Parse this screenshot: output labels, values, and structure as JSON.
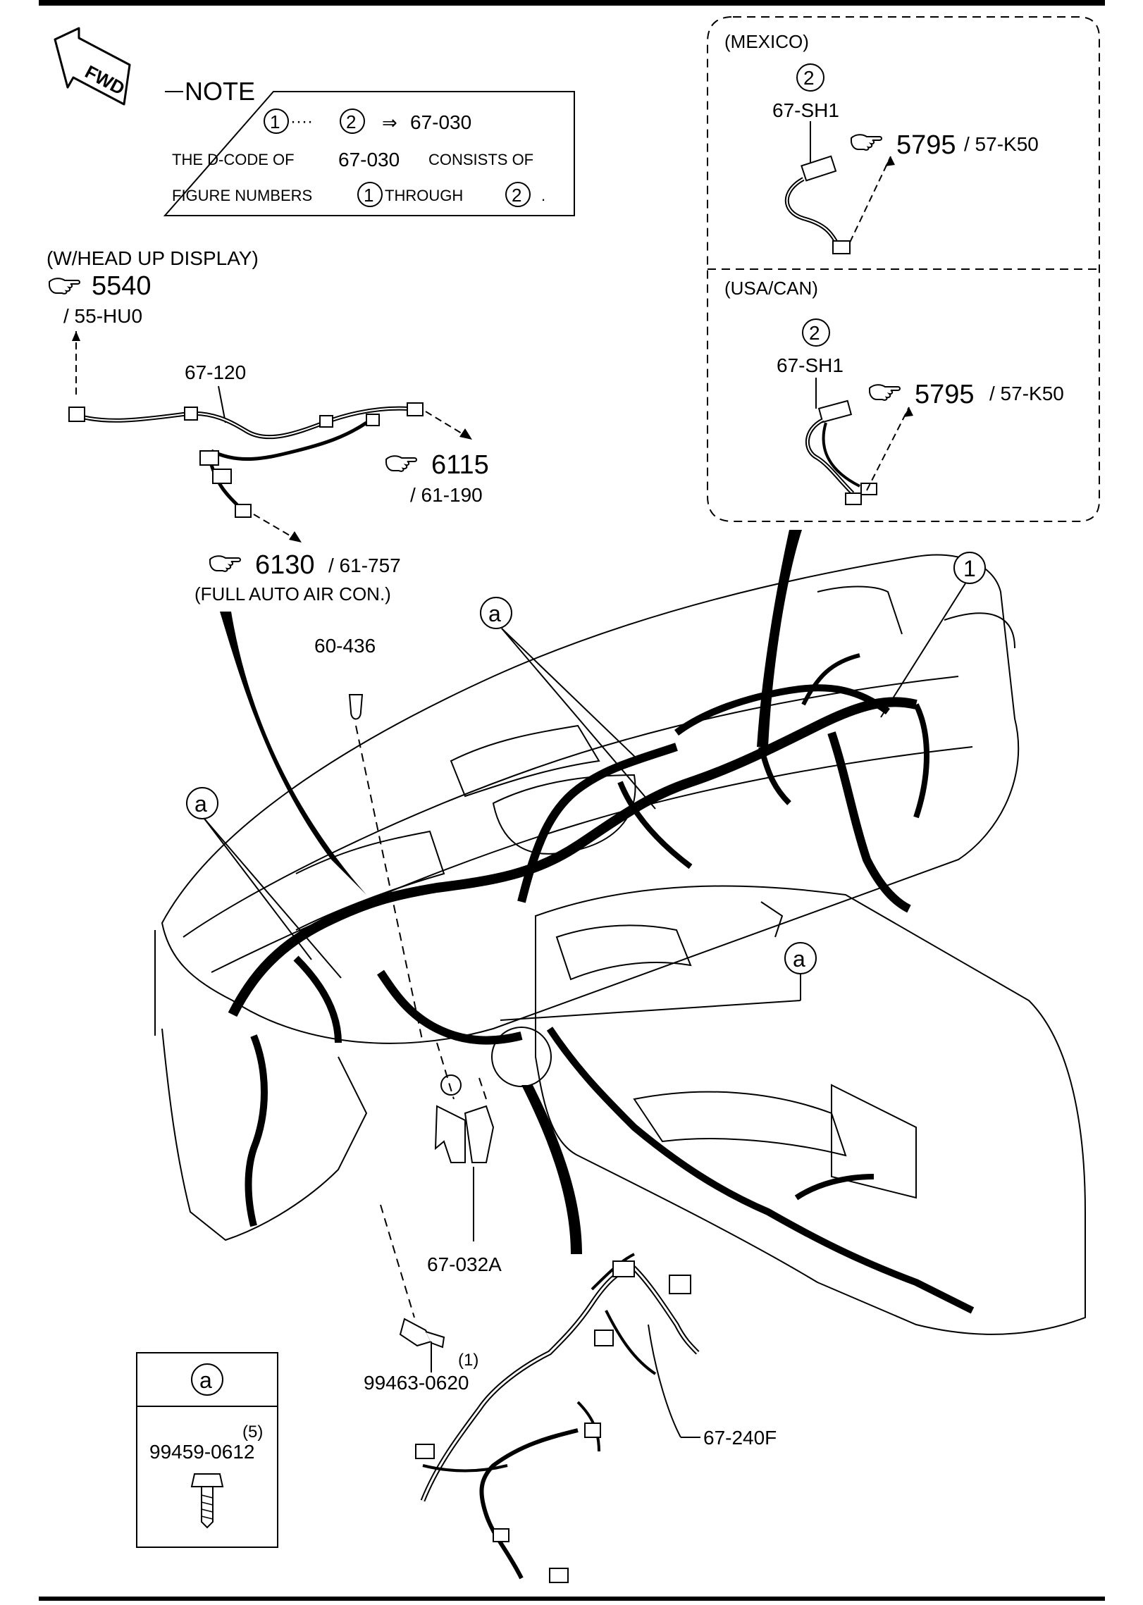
{
  "note": {
    "title": "NOTE",
    "range_start": "1",
    "range_dots": "····",
    "range_end": "2",
    "arrow": "⇒",
    "range_code": "67-030",
    "line2_a": "THE D-CODE OF",
    "line2_code": "67-030",
    "line2_b": "CONSISTS OF",
    "line3_a": "FIGURE NUMBERS",
    "line3_n1": "1",
    "line3_b": "THROUGH",
    "line3_n2": "2",
    "line3_end": "."
  },
  "fwd_label": "FWD",
  "mexico": {
    "title": "(MEXICO)",
    "fig_num": "2",
    "part": "67-SH1",
    "ref_big": "5795",
    "ref_small": "/ 57-K50"
  },
  "usa": {
    "title": "(USA/CAN)",
    "fig_num": "2",
    "part": "67-SH1",
    "ref_big": "5795",
    "ref_small": "/ 57-K50"
  },
  "hud": {
    "title": "(W/HEAD UP DISPLAY)",
    "ref_big": "5540",
    "ref_small": "/ 55-HU0"
  },
  "harness_120": {
    "part": "67-120",
    "ref1_big": "6115",
    "ref1_small": "/ 61-190",
    "ref2_big": "6130",
    "ref2_small": "/ 61-757",
    "ref2_note": "(FULL AUTO AIR CON.)"
  },
  "callouts": {
    "a": "a",
    "fig1": "1",
    "clip": "60-436",
    "bracket": "67-032A",
    "bolt": "99463-0620",
    "bolt_qty": "(1)",
    "harness_240": "67-240F"
  },
  "legend": {
    "key": "a",
    "part": "99459-0612",
    "qty": "(5)"
  }
}
